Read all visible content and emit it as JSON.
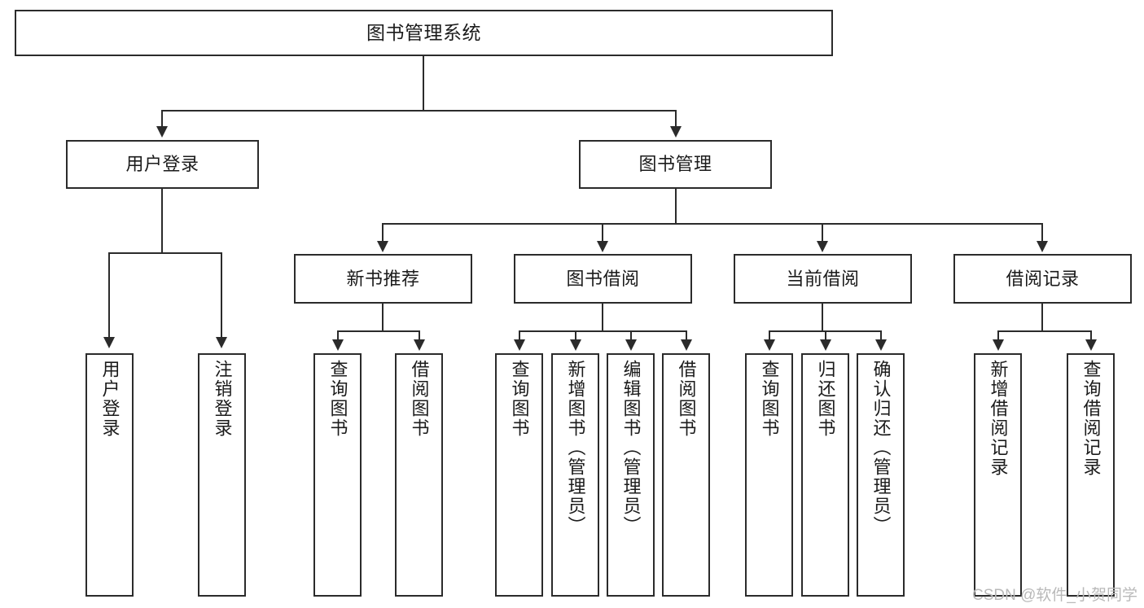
{
  "diagram": {
    "type": "tree-hierarchy",
    "title": "图书管理系统",
    "root": {
      "label": "图书管理系统"
    },
    "level2": [
      {
        "label": "用户登录"
      },
      {
        "label": "图书管理"
      }
    ],
    "level3": [
      {
        "label": "新书推荐"
      },
      {
        "label": "图书借阅"
      },
      {
        "label": "当前借阅"
      },
      {
        "label": "借阅记录"
      }
    ],
    "leaves": {
      "user_login": [
        {
          "label": "用户登录"
        },
        {
          "label": "注销登录"
        }
      ],
      "new_book_recommend": [
        {
          "label": "查询图书"
        },
        {
          "label": "借阅图书"
        }
      ],
      "book_borrow": [
        {
          "label": "查询图书"
        },
        {
          "label": "新增图书（管理员）"
        },
        {
          "label": "编辑图书（管理员）"
        },
        {
          "label": "借阅图书"
        }
      ],
      "current_borrow": [
        {
          "label": "查询图书"
        },
        {
          "label": "归还图书"
        },
        {
          "label": "确认归还（管理员）"
        }
      ],
      "borrow_record": [
        {
          "label": "新增借阅记录"
        },
        {
          "label": "查询借阅记录"
        }
      ]
    }
  },
  "watermark": {
    "text": "CSDN @软件_小贺同学"
  },
  "colors": {
    "stroke": "#2b2b2b",
    "fill": "#ffffff",
    "text": "#1b1b1b",
    "watermark": "#b9b9b9"
  }
}
